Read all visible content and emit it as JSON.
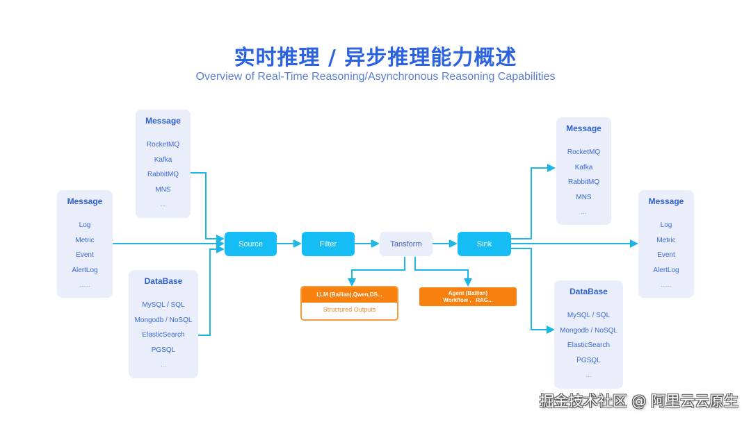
{
  "header": {
    "title": "实时推理 / 异步推理能力概述",
    "subtitle": "Overview of Real-Time Reasoning/Asynchronous Reasoning Capabilities"
  },
  "sources": {
    "message_queue": {
      "title": "Message",
      "items": [
        "RocketMQ",
        "Kafka",
        "RabbitMQ",
        "MNS",
        "..."
      ]
    },
    "message_log": {
      "title": "Message",
      "items": [
        "Log",
        "Metric",
        "Event",
        "AlertLog",
        "......"
      ]
    },
    "database": {
      "title": "DataBase",
      "items": [
        "MySQL / SQL",
        "Mongodb / NoSQL",
        "ElasticSearch",
        "PGSQL",
        "..."
      ]
    }
  },
  "pipeline": {
    "source": "Source",
    "filter": "Filter",
    "transform": "Tansform",
    "sink": "Sink"
  },
  "transform_targets": {
    "llm": {
      "label": "LLM (Bailian),Qwen,DS...",
      "sub": "Structured Outputs"
    },
    "agent": {
      "line1": "Agent (Bailian)",
      "line2": "Workflow ,   RAG..."
    }
  },
  "sinks": {
    "message_queue": {
      "title": "Message",
      "items": [
        "RocketMQ",
        "Kafka",
        "RabbitMQ",
        "MNS",
        "..."
      ]
    },
    "message_log": {
      "title": "Message",
      "items": [
        "Log",
        "Metric",
        "Event",
        "AlertLog",
        "......"
      ]
    },
    "database": {
      "title": "DataBase",
      "items": [
        "MySQL / SQL",
        "Mongodb / NoSQL",
        "ElasticSearch",
        "PGSQL",
        "..."
      ]
    }
  },
  "colors": {
    "title": "#2a62e0",
    "card_bg": "#e9eefa",
    "pipeline_node": "#16bdf5",
    "connector": "#1ab6e8",
    "orange": "#f8800f"
  },
  "watermark": "掘金技术社区 @ 阿里云云原生"
}
